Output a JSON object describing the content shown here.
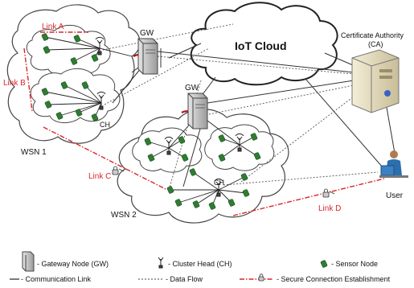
{
  "diagram": {
    "cloud_label": "IoT Cloud",
    "gw_label_top": "GW",
    "gw_label_mid": "GW",
    "ca_label_line1": "Certificate Authority",
    "ca_label_line2": "(CA)",
    "wsn1_label": "WSN 1",
    "wsn2_label": "WSN 2",
    "ch_label_wsn1": "CH",
    "ch_label_wsn2": "CH",
    "user_label": "User",
    "links": {
      "a": "Link A",
      "b": "Link B",
      "c": "Link C",
      "d": "Link D"
    }
  },
  "legend": {
    "gateway_node": "- Gateway Node (GW)",
    "cluster_head": "- Cluster Head (CH)",
    "sensor_node": "- Sensor Node",
    "communication_link": "- Communication Link",
    "data_flow": "- Data Flow",
    "secure_connection": "- Secure Connection Establishment"
  },
  "colors": {
    "link_label": "#d9262b",
    "secure_line": "#d9262b",
    "sensor": "#2e7d32",
    "server": "#c9c9c9",
    "ca_server": "#efe6c8"
  }
}
